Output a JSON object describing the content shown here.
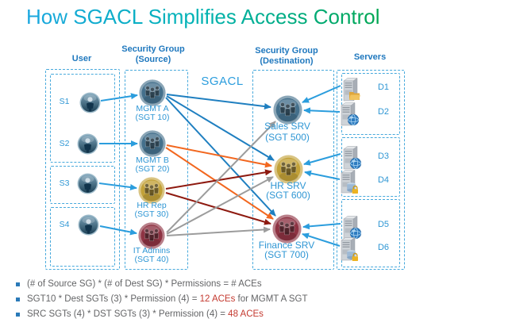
{
  "title": "How SGACL Simplifies Access Control",
  "sgacl_label": "SGACL",
  "columns": {
    "user": "User",
    "source_line1": "Security Group",
    "source_line2": "(Source)",
    "dest_line1": "Security Group",
    "dest_line2": "(Destination)",
    "servers": "Servers"
  },
  "users": [
    {
      "label": "S1"
    },
    {
      "label": "S2"
    },
    {
      "label": "S3"
    },
    {
      "label": "S4"
    }
  ],
  "source_groups": [
    {
      "name": "MGMT A",
      "sgt": "(SGT 10)",
      "color": "steel-blue"
    },
    {
      "name": "MGMT B",
      "sgt": "(SGT 20)",
      "color": "steel-blue"
    },
    {
      "name": "HR Rep",
      "sgt": "(SGT 30)",
      "color": "gold"
    },
    {
      "name": "IT Admins",
      "sgt": "(SGT 40)",
      "color": "maroon"
    }
  ],
  "dest_groups": [
    {
      "name": "Sales SRV",
      "sgt": "(SGT 500)",
      "color": "steel-blue"
    },
    {
      "name": "HR SRV",
      "sgt": "(SGT 600)",
      "color": "gold"
    },
    {
      "name": "Finance SRV",
      "sgt": "(SGT 700)",
      "color": "maroon"
    }
  ],
  "servers": [
    {
      "label": "D1",
      "badge": "folder"
    },
    {
      "label": "D2",
      "badge": "globe"
    },
    {
      "label": "D3",
      "badge": "globe"
    },
    {
      "label": "D4",
      "badge": "database-lock"
    },
    {
      "label": "D5",
      "badge": "globe"
    },
    {
      "label": "D6",
      "badge": "database-lock"
    }
  ],
  "edges": {
    "user_to_source": [
      {
        "from": "S1",
        "to": "MGMT A",
        "color": "#2b9ddd"
      },
      {
        "from": "S2",
        "to": "MGMT B",
        "color": "#2b9ddd"
      },
      {
        "from": "S3",
        "to": "HR Rep",
        "color": "#2b9ddd"
      },
      {
        "from": "S4",
        "to": "IT Admins",
        "color": "#2b9ddd"
      }
    ],
    "source_to_dest": [
      {
        "from": "MGMT A",
        "to": "Sales SRV",
        "color": "#1f7fc0"
      },
      {
        "from": "MGMT A",
        "to": "HR SRV",
        "color": "#1f7fc0"
      },
      {
        "from": "MGMT A",
        "to": "Finance SRV",
        "color": "#1f7fc0"
      },
      {
        "from": "MGMT B",
        "to": "HR SRV",
        "color": "#f2671f"
      },
      {
        "from": "MGMT B",
        "to": "Finance SRV",
        "color": "#f2671f"
      },
      {
        "from": "HR Rep",
        "to": "HR SRV",
        "color": "#8e1a10"
      },
      {
        "from": "HR Rep",
        "to": "Finance SRV",
        "color": "#8e1a10"
      },
      {
        "from": "IT Admins",
        "to": "Sales SRV",
        "color": "#9c9c9c"
      },
      {
        "from": "IT Admins",
        "to": "HR SRV",
        "color": "#9c9c9c"
      },
      {
        "from": "IT Admins",
        "to": "Finance SRV",
        "color": "#9c9c9c"
      }
    ],
    "server_to_dest": [
      {
        "from": "D1",
        "to": "Sales SRV",
        "color": "#2b9ddd"
      },
      {
        "from": "D2",
        "to": "Sales SRV",
        "color": "#2b9ddd"
      },
      {
        "from": "D3",
        "to": "HR SRV",
        "color": "#2b9ddd"
      },
      {
        "from": "D4",
        "to": "HR SRV",
        "color": "#2b9ddd"
      },
      {
        "from": "D5",
        "to": "Finance SRV",
        "color": "#2b9ddd"
      },
      {
        "from": "D6",
        "to": "Finance SRV",
        "color": "#2b9ddd"
      }
    ]
  },
  "bullets": [
    {
      "pre": "(# of Source SG) * (# of Dest SG) * Permissions = # ACEs",
      "red": "",
      "post": ""
    },
    {
      "pre": "SGT10 * Dest SGTs (3) * Permission (4) = ",
      "red": "12 ACEs",
      "post": " for MGMT A SGT"
    },
    {
      "pre": "SRC SGTs (4) * DST SGTs (3) * Permission (4) = ",
      "red": "48 ACEs",
      "post": ""
    }
  ],
  "colors": {
    "title_gradient_start": "#1ba7e0",
    "title_gradient_end": "#00a651",
    "header_blue": "#1f78be",
    "label_blue": "#2e96d4",
    "box_dash": "#47a9dc",
    "arrow_blue": "#2b9ddd",
    "edge_blue": "#1f7fc0",
    "edge_orange": "#f2671f",
    "edge_darkred": "#8e1a10",
    "edge_gray": "#9c9c9c",
    "bullet_text": "#636466",
    "bullet_red": "#c4392f",
    "group_steel_blue": "#44708c",
    "group_gold": "#c2a138",
    "group_maroon": "#8e3343"
  }
}
